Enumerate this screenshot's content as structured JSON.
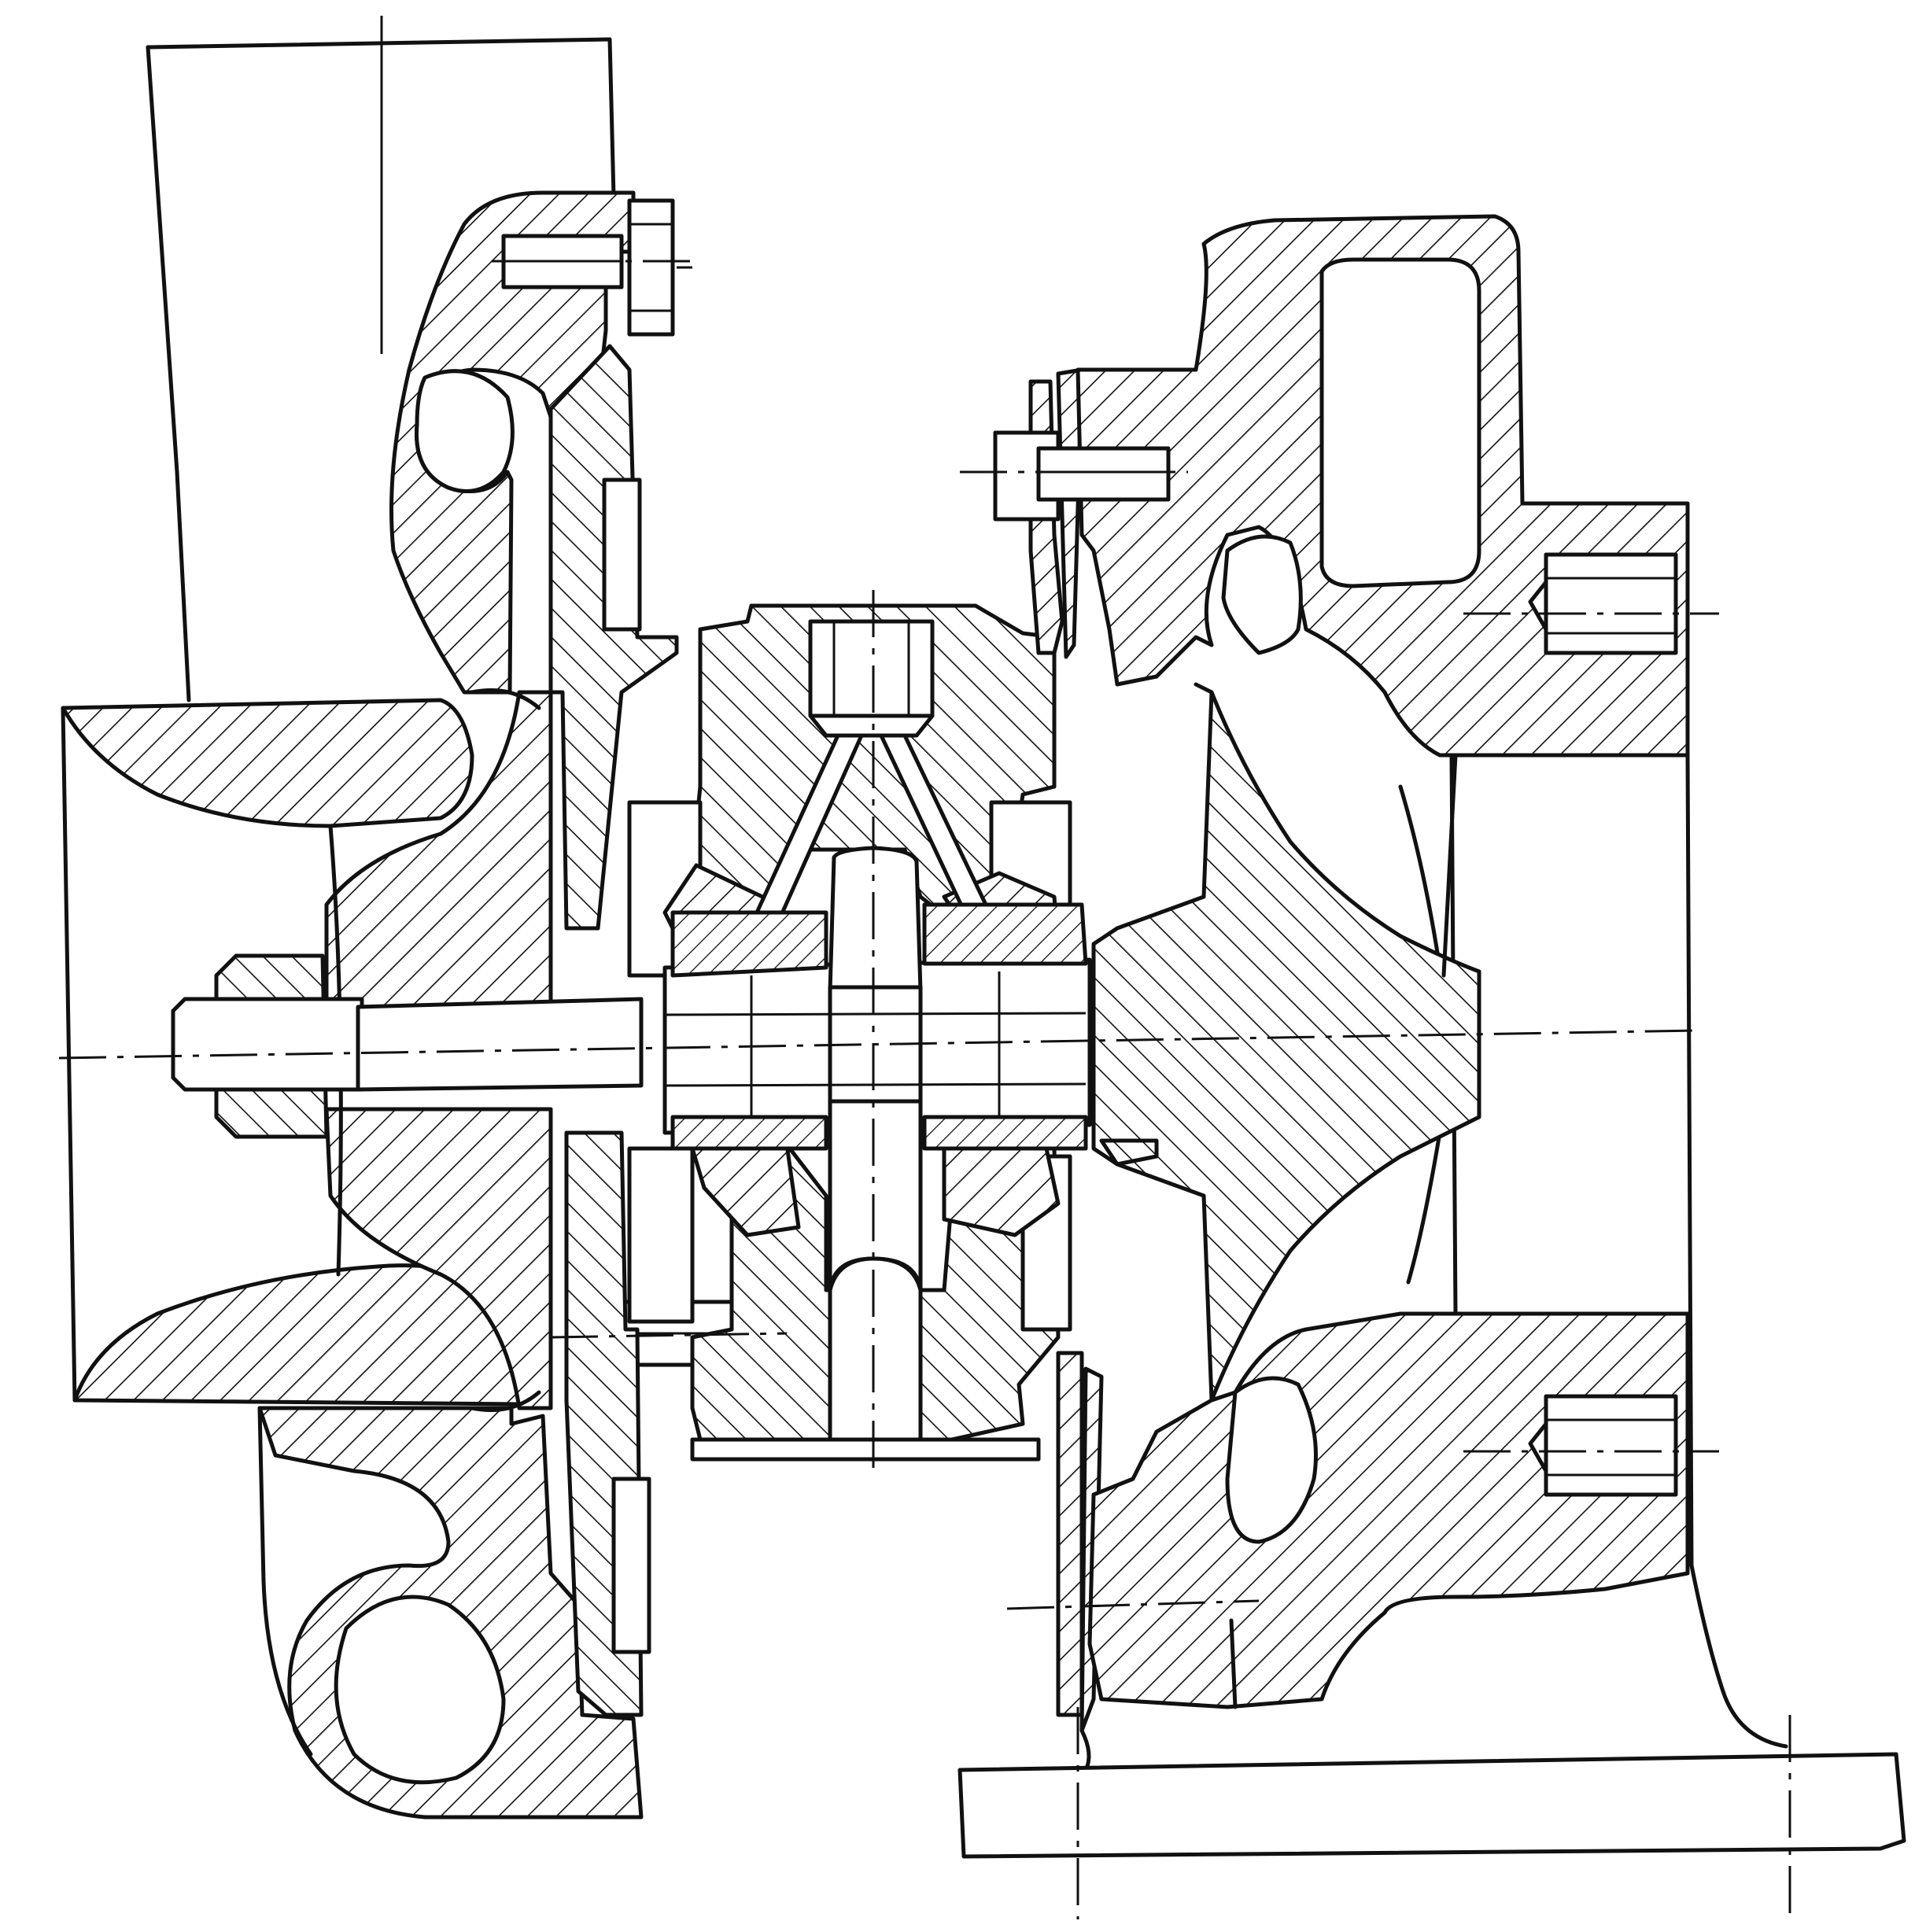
{
  "figure": {
    "subject": "turbocharger-cross-section",
    "colors": {
      "ink": "#111111",
      "paper": "#ffffff"
    },
    "parts": [
      "compressor-housing",
      "compressor-wheel",
      "compressor-nut",
      "compressor-backplate",
      "center-bearing-housing",
      "oil-inlet-port",
      "oil-feed-passages",
      "oil-drain",
      "floating-bearings",
      "rotor-shaft",
      "heat-shield",
      "turbine-housing",
      "turbine-wheel",
      "turbine-outlet",
      "exhaust-inlet-flange",
      "clamp-bolts",
      "centerline"
    ]
  }
}
